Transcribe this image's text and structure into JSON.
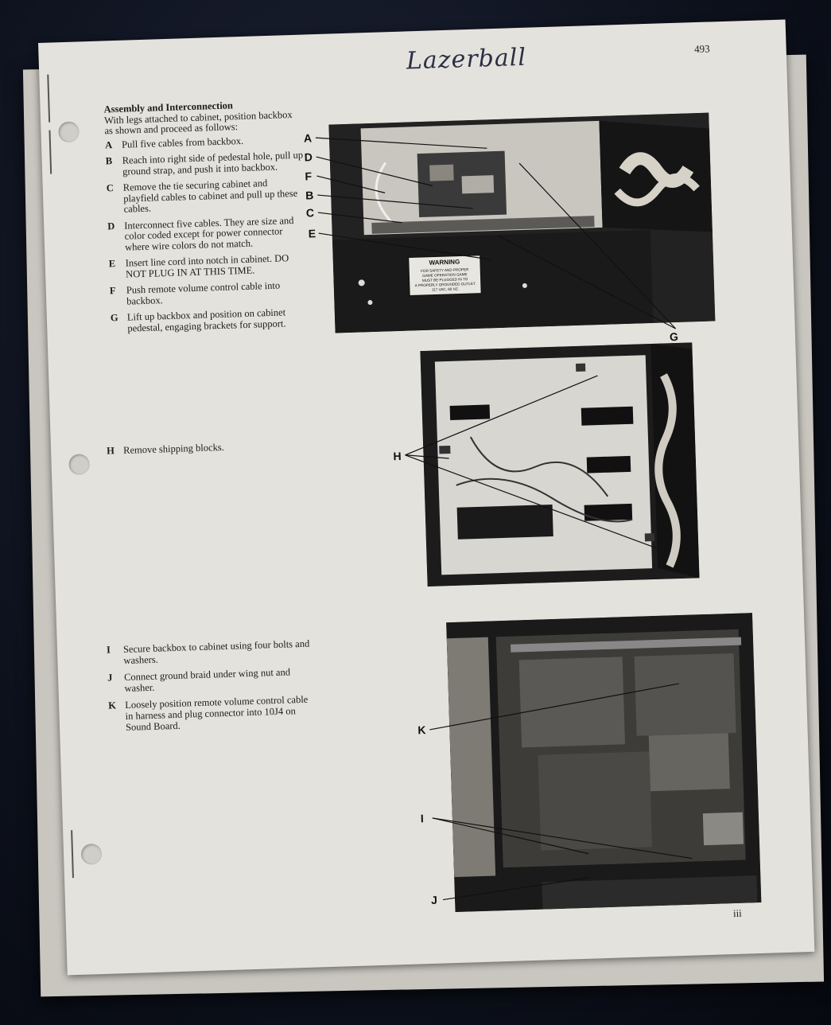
{
  "page_number": "493",
  "handwritten_note": "Lazerball",
  "footer_page": "iii",
  "section_title": "Assembly and Interconnection",
  "intro": "With legs attached to cabinet, position backbox as shown and proceed as follows:",
  "steps_group1": [
    {
      "letter": "A",
      "text": "Pull five cables from backbox."
    },
    {
      "letter": "B",
      "text": "Reach into right side of pedestal hole, pull up ground strap, and push it into backbox."
    },
    {
      "letter": "C",
      "text": "Remove the tie securing cabinet and playfield cables to cabinet and pull up these cables."
    },
    {
      "letter": "D",
      "text": "Interconnect five cables. They are size and color coded except for power connector where wire colors do not match."
    },
    {
      "letter": "E",
      "text": "Insert line cord into notch in cabinet. DO NOT PLUG IN AT THIS TIME."
    },
    {
      "letter": "F",
      "text": "Push remote volume control cable into backbox."
    },
    {
      "letter": "G",
      "text": "Lift up backbox and position on cabinet pedestal, engaging brackets for support."
    }
  ],
  "steps_group2": [
    {
      "letter": "H",
      "text": "Remove shipping blocks."
    }
  ],
  "steps_group3": [
    {
      "letter": "I",
      "text": "Secure backbox to cabinet using four bolts and washers."
    },
    {
      "letter": "J",
      "text": "Connect ground braid under wing nut and washer."
    },
    {
      "letter": "K",
      "text": "Loosely position remote volume control cable in harness and plug connector into 10J4 on Sound Board."
    }
  ],
  "photo1_callouts": [
    "A",
    "D",
    "F",
    "B",
    "C",
    "E",
    "G"
  ],
  "photo2_callouts": [
    "H"
  ],
  "photo3_callouts": [
    "K",
    "I",
    "J"
  ],
  "warning_label": {
    "title": "WARNING",
    "lines": [
      "FOR SAFETY AND PROPER",
      "GAME OPERATION GAME",
      "MUST BE PLUGGED IN TO",
      "A PROPERLY GROUNDED OUTLET",
      "117 VAC, 60 HZ."
    ]
  }
}
